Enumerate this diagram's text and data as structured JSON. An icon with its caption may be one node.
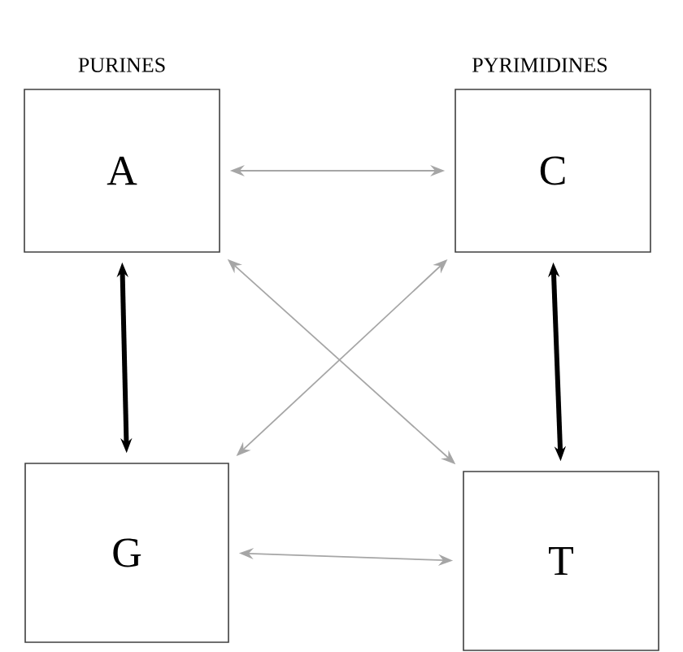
{
  "diagram": {
    "nodes": [
      {
        "text": [
          "A"
        ]
      },
      {
        "text": [
          "C"
        ]
      },
      {
        "text": [
          "G"
        ]
      },
      {
        "text": [
          "T"
        ]
      }
    ],
    "edges": [
      {
        "from": 0,
        "to": 1,
        "arrow": "both"
      },
      {
        "from": 0,
        "to": 2,
        "arrow": "both",
        "style": "thick",
        "color": "#000000"
      },
      {
        "from": 1,
        "to": 3,
        "arrow": "both",
        "style": "thick",
        "color": "#000000"
      },
      {
        "from": 2,
        "to": 3,
        "arrow": "both"
      },
      {
        "from": 0,
        "to": 3,
        "arrow": "both"
      },
      {
        "from": 1,
        "to": 2,
        "arrow": "both"
      }
    ],
    "labels": [
      "PURINES",
      "PYRIMIDINES"
    ]
  }
}
